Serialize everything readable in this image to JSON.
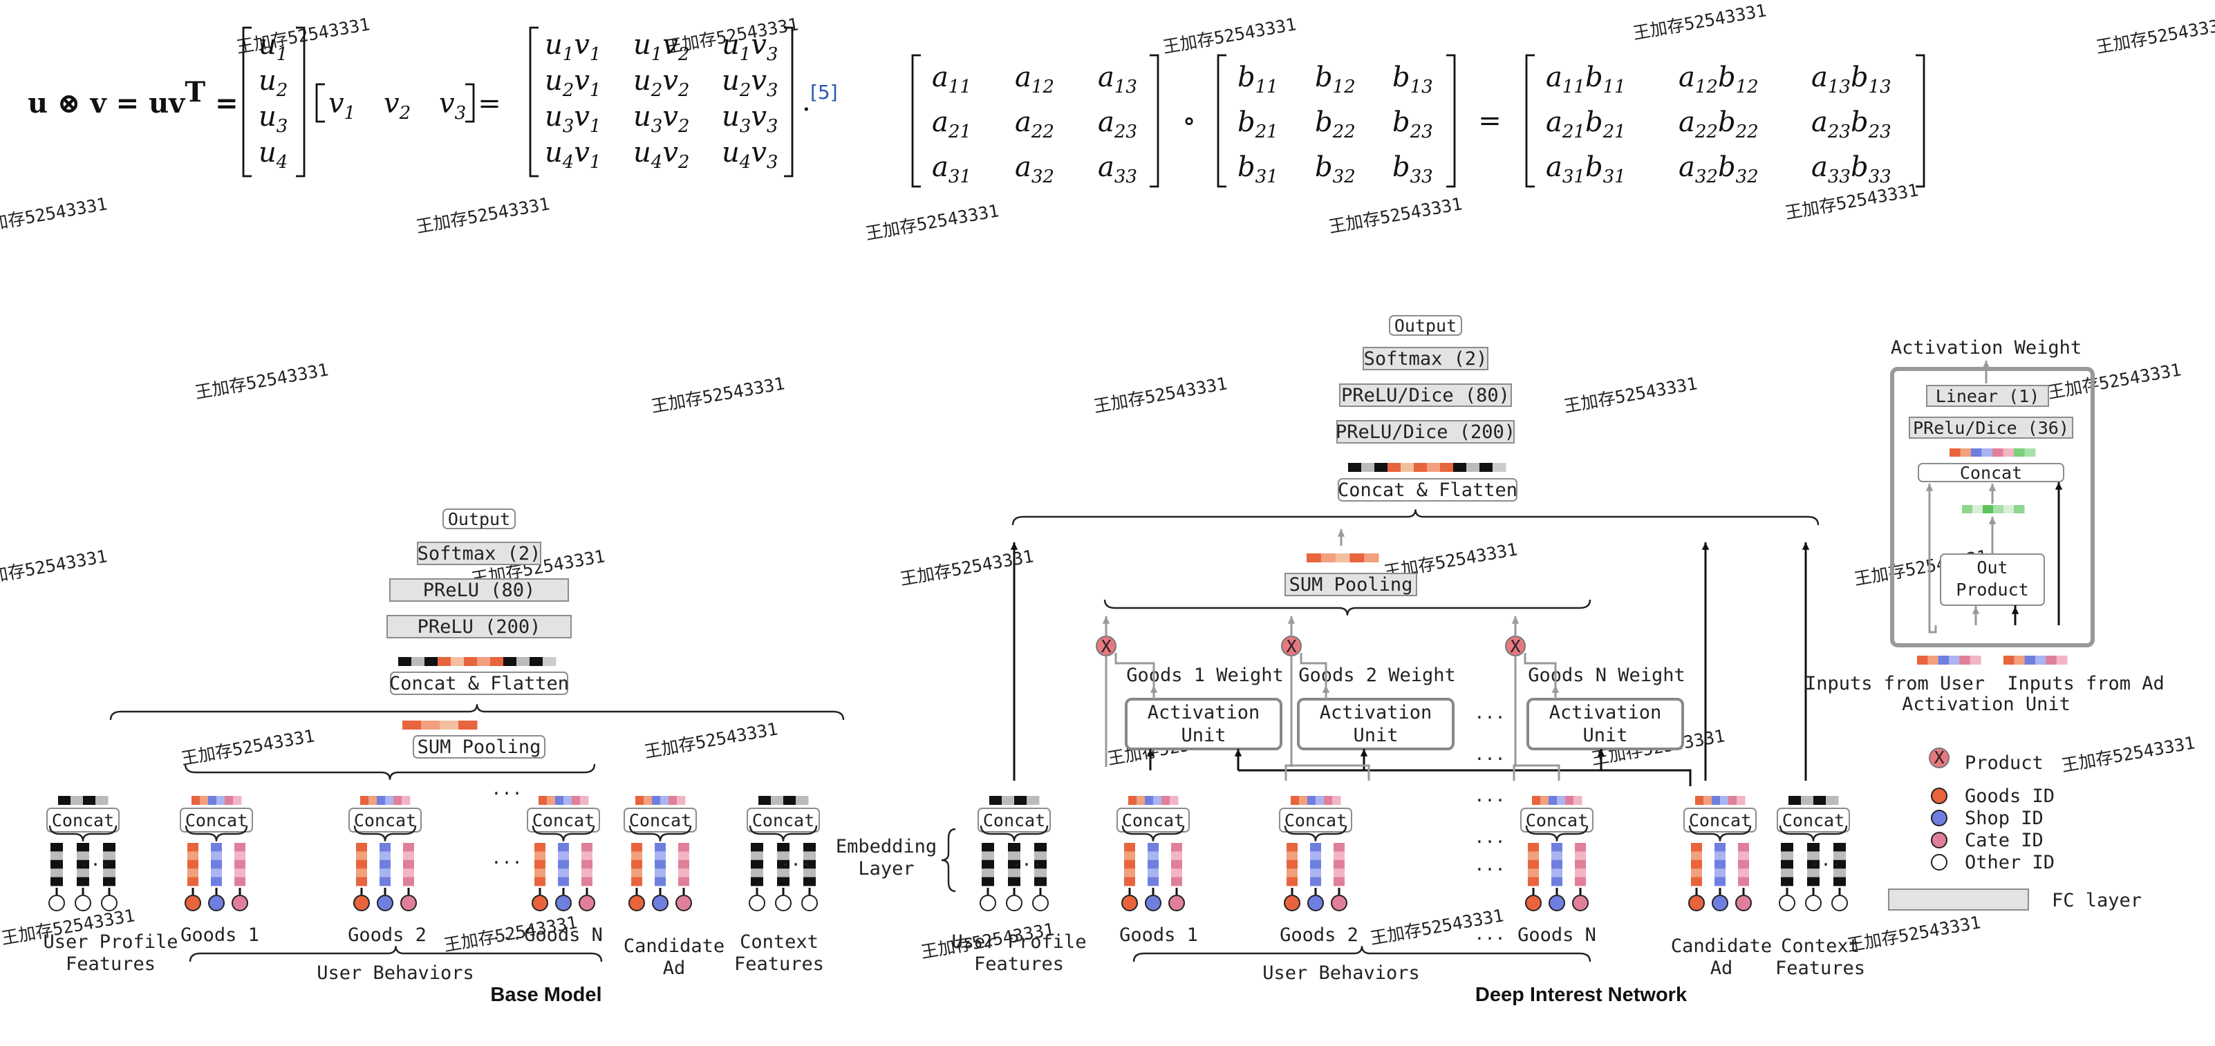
{
  "formulas": {
    "outer": {
      "lhs": [
        "u",
        "⊗",
        "v",
        "=",
        "uv",
        "T",
        "="
      ],
      "col": [
        [
          "u",
          "1"
        ],
        [
          "u",
          "2"
        ],
        [
          "u",
          "3"
        ],
        [
          "u",
          "4"
        ]
      ],
      "row": [
        [
          "v",
          "1"
        ],
        [
          "v",
          "2"
        ],
        [
          "v",
          "3"
        ]
      ],
      "result": [
        [
          [
            "u",
            "1",
            "v",
            "1"
          ],
          [
            "u",
            "1",
            "v",
            "2"
          ],
          [
            "u",
            "1",
            "v",
            "3"
          ]
        ],
        [
          [
            "u",
            "2",
            "v",
            "1"
          ],
          [
            "u",
            "2",
            "v",
            "2"
          ],
          [
            "u",
            "2",
            "v",
            "3"
          ]
        ],
        [
          [
            "u",
            "3",
            "v",
            "1"
          ],
          [
            "u",
            "3",
            "v",
            "2"
          ],
          [
            "u",
            "3",
            "v",
            "3"
          ]
        ],
        [
          [
            "u",
            "4",
            "v",
            "1"
          ],
          [
            "u",
            "4",
            "v",
            "2"
          ],
          [
            "u",
            "4",
            "v",
            "3"
          ]
        ]
      ],
      "ref": "[5]"
    },
    "hadamard": {
      "a": [
        [
          [
            "a",
            "11"
          ],
          [
            "a",
            "12"
          ],
          [
            "a",
            "13"
          ]
        ],
        [
          [
            "a",
            "21"
          ],
          [
            "a",
            "22"
          ],
          [
            "a",
            "23"
          ]
        ],
        [
          [
            "a",
            "31"
          ],
          [
            "a",
            "32"
          ],
          [
            "a",
            "33"
          ]
        ]
      ],
      "b": [
        [
          [
            "b",
            "11"
          ],
          [
            "b",
            "12"
          ],
          [
            "b",
            "13"
          ]
        ],
        [
          [
            "b",
            "21"
          ],
          [
            "b",
            "22"
          ],
          [
            "b",
            "23"
          ]
        ],
        [
          [
            "b",
            "31"
          ],
          [
            "b",
            "32"
          ],
          [
            "b",
            "33"
          ]
        ]
      ],
      "op": "∘",
      "eq": "=",
      "result": [
        [
          [
            "a",
            "11",
            "b",
            "11"
          ],
          [
            "a",
            "12",
            "b",
            "12"
          ],
          [
            "a",
            "13",
            "b",
            "13"
          ]
        ],
        [
          [
            "a",
            "21",
            "b",
            "21"
          ],
          [
            "a",
            "22",
            "b",
            "22"
          ],
          [
            "a",
            "23",
            "b",
            "23"
          ]
        ],
        [
          [
            "a",
            "31",
            "b",
            "31"
          ],
          [
            "a",
            "32",
            "b",
            "32"
          ],
          [
            "a",
            "33",
            "b",
            "33"
          ]
        ]
      ]
    }
  },
  "base_model": {
    "title": "Base Model",
    "output": "Output",
    "softmax": "Softmax (2)",
    "prelu80": "PReLU (80)",
    "prelu200": "PReLU (200)",
    "concat_flatten": "Concat & Flatten",
    "sum_pooling": "SUM Pooling",
    "concat": "Concat",
    "ellipsis": "...",
    "user_profile": [
      "User Profile",
      "Features"
    ],
    "goods1": "Goods 1",
    "goods2": "Goods 2",
    "goodsN": "Goods N",
    "user_behaviors": "User Behaviors",
    "candidate_ad": [
      "Candidate",
      "Ad"
    ],
    "context": [
      "Context",
      "Features"
    ]
  },
  "din": {
    "title": "Deep Interest Network",
    "output": "Output",
    "softmax": "Softmax (2)",
    "prelu80": "PReLU/Dice (80)",
    "prelu200": "PReLU/Dice (200)",
    "concat_flatten": "Concat & Flatten",
    "sum_pooling": "SUM Pooling",
    "activation_unit": [
      "Activation",
      "Unit"
    ],
    "weights": [
      "Goods 1 Weight",
      "Goods 2 Weight",
      "Goods N Weight"
    ],
    "concat": "Concat",
    "ellipsis": "...",
    "product_mark": "X",
    "embedding_layer": [
      "Embedding",
      "Layer"
    ],
    "user_profile": [
      "User Profile",
      "Features"
    ],
    "goods1": "Goods 1",
    "goods2": "Goods 2",
    "goodsN": "Goods N",
    "user_behaviors": "User Behaviors",
    "candidate_ad": [
      "Candidate",
      "Ad"
    ],
    "context": [
      "Context",
      "Features"
    ]
  },
  "activation_unit_detail": {
    "title": "Activation Weight",
    "linear": "Linear (1)",
    "prelu": "PRelu/Dice (36)",
    "concat": "Concat",
    "out_product": [
      "Out",
      "Product"
    ],
    "inputs_user": "Inputs from User",
    "inputs_ad": "Inputs from Ad",
    "caption": "Activation Unit"
  },
  "legend": {
    "product": "Product",
    "goods_id": "Goods ID",
    "shop_id": "Shop ID",
    "cate_id": "Cate ID",
    "other_id": "Other ID",
    "fc_layer": "FC layer"
  },
  "watermark": "王加存52543331",
  "colors": {
    "goods": "#e8643d",
    "shop": "#6f7fe0",
    "cate": "#e07f9a",
    "product": "#e87880",
    "fc": "#e3e3e3",
    "ref": "#2a57b3"
  }
}
